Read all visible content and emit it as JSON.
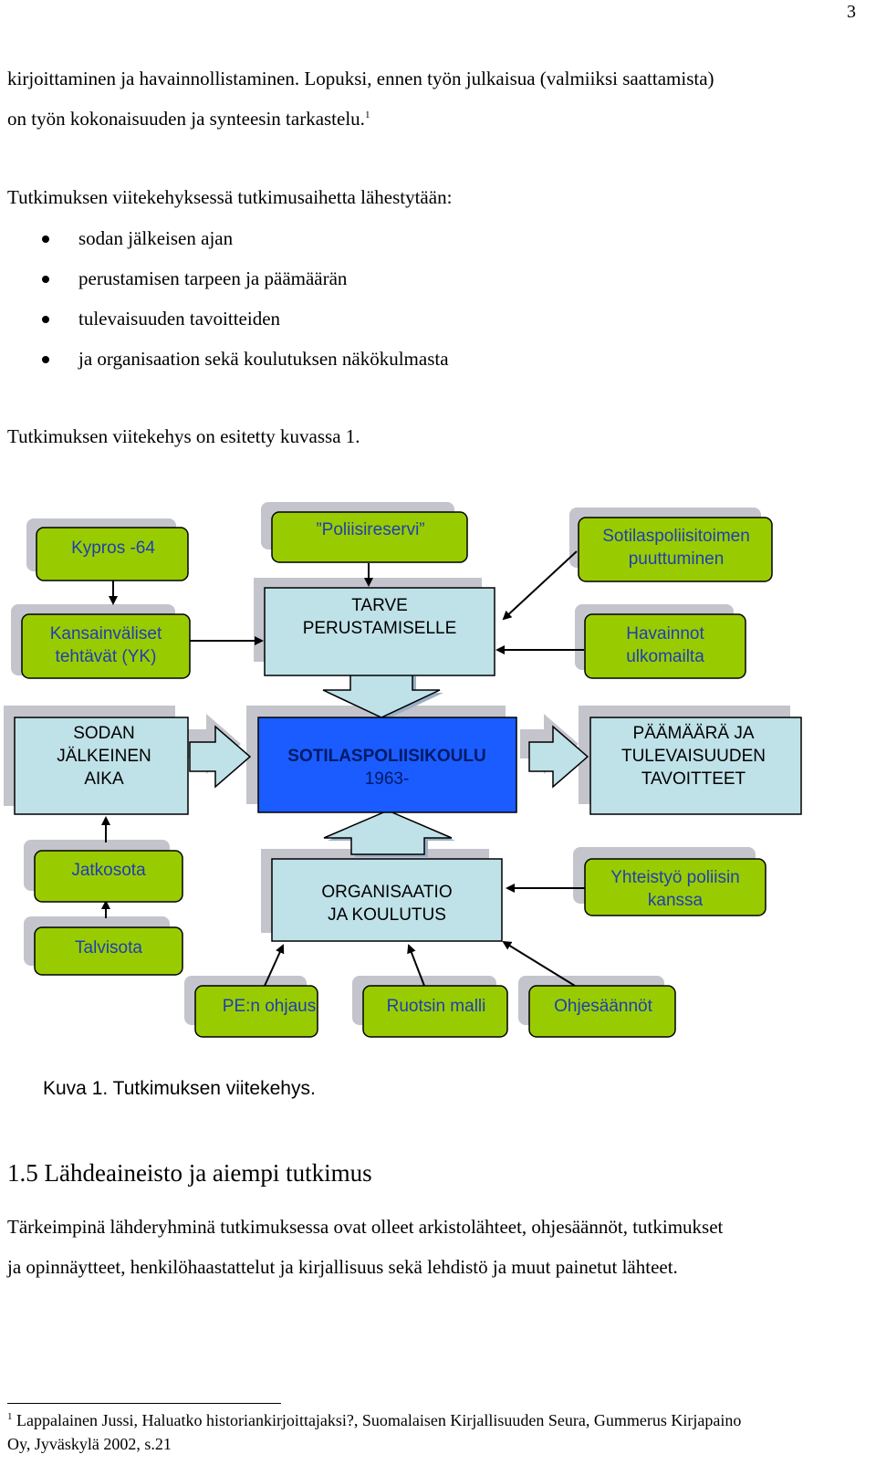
{
  "page_number": "3",
  "intro_line1": "kirjoittaminen ja havainnollistaminen. Lopuksi, ennen työn julkaisua (valmiiksi saattamista)",
  "intro_line2": "on työn kokonaisuuden ja synteesin tarkastelu.",
  "intro_sup": "1",
  "list_intro": "Tutkimuksen viitekehyksessä tutkimusaihetta lähestytään:",
  "bullets": [
    "sodan jälkeisen ajan",
    "perustamisen tarpeen ja päämäärän",
    "tulevaisuuden tavoitteiden",
    "ja organisaation sekä koulutuksen näkökulmasta"
  ],
  "frame_ref": "Tutkimuksen viitekehys on esitetty kuvassa 1.",
  "diagram": {
    "kypros": "Kypros -64",
    "kansainvaliset_1": "Kansainväliset",
    "kansainvaliset_2": "tehtävät (YK)",
    "poliisireservi": "”Poliisireservi”",
    "tarve_1": "TARVE",
    "tarve_2": "PERUSTAMISELLE",
    "sotilaspoliisitoimen_1": "Sotilaspoliisitoimen",
    "sotilaspoliisitoimen_2": "puuttuminen",
    "havainnot_1": "Havainnot",
    "havainnot_2": "ulkomailta",
    "sodan_1": "SODAN",
    "sodan_2": "JÄLKEINEN",
    "sodan_3": "AIKA",
    "center_1": "SOTILASPOLIISIKOULU",
    "center_2": "1963-",
    "paamaara_1": "PÄÄMÄÄRÄ JA",
    "paamaara_2": "TULEVAISUUDEN",
    "paamaara_3": "TAVOITTEET",
    "jatkosota": "Jatkosota",
    "talvisota": "Talvisota",
    "organisaatio_1": "ORGANISAATIO",
    "organisaatio_2": "JA KOULUTUS",
    "yhteistyo_1": "Yhteistyö poliisin",
    "yhteistyo_2": "kanssa",
    "pe_ohjaus": "PE:n ohjaus",
    "ruotsin_malli": "Ruotsin malli",
    "ohjesaannot": "Ohjesäännöt"
  },
  "colors": {
    "green_box": "#99cc00",
    "light_blue_box": "#bfe1e8",
    "center_blue": "#1a5cff",
    "box_text_blue": "#1f3fb0",
    "shadow_grey": "#c4c4cc"
  },
  "caption": "Kuva 1. Tutkimuksen viitekehys.",
  "section_heading": "1.5 Lähdeaineisto ja aiempi tutkimus",
  "para_line1": "Tärkeimpinä lähderyhminä tutkimuksessa ovat olleet arkistolähteet, ohjesäännöt, tutkimukset",
  "para_line2": "ja opinnäytteet, henkilöhaastattelut ja kirjallisuus sekä lehdistö ja muut painetut lähteet.",
  "footnote_mark": "1",
  "footnote_line1": "Lappalainen Jussi, Haluatko historiankirjoittajaksi?, Suomalaisen Kirjallisuuden Seura, Gummerus Kirjapaino",
  "footnote_line2": "Oy, Jyväskylä 2002, s.21"
}
